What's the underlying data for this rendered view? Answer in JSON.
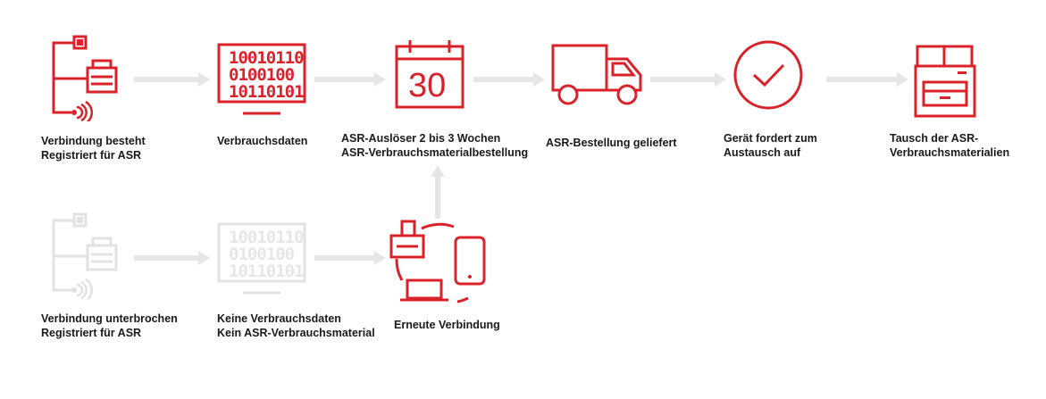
{
  "colors": {
    "accent": "#d9222a",
    "disabled": "#e2e2e2",
    "arrow": "#e6e6e6",
    "text": "#1a1a1a"
  },
  "icons": {
    "connected_device": "printer-network-icon",
    "consumption_data": "binary-monitor-icon",
    "calendar": "calendar-icon",
    "delivery": "truck-icon",
    "device_request": "checkmark-circle-icon",
    "replacement": "printer-icon",
    "reconnect": "devices-cycle-icon"
  },
  "calendar_day": "30",
  "binary_lines": [
    "10010110",
    "0100100",
    "10110101"
  ],
  "steps_top": [
    {
      "lines": [
        "Verbindung besteht",
        "Registriert für ASR"
      ]
    },
    {
      "lines": [
        "Verbrauchsdaten"
      ]
    },
    {
      "lines": [
        "ASR-Auslöser 2 bis 3 Wochen",
        "ASR-Verbrauchsmaterialbestellung"
      ]
    },
    {
      "lines": [
        "ASR-Bestellung geliefert"
      ]
    },
    {
      "lines": [
        "Gerät fordert zum",
        "Austausch auf"
      ]
    },
    {
      "lines": [
        "Tausch der ASR-",
        "Verbrauchsmaterialien"
      ]
    }
  ],
  "steps_bottom": [
    {
      "lines": [
        "Verbindung unterbrochen",
        "Registriert für ASR"
      ]
    },
    {
      "lines": [
        "Keine Verbrauchsdaten",
        "Kein ASR-Verbrauchsmaterial"
      ]
    },
    {
      "lines": [
        "Erneute Verbindung"
      ]
    }
  ]
}
